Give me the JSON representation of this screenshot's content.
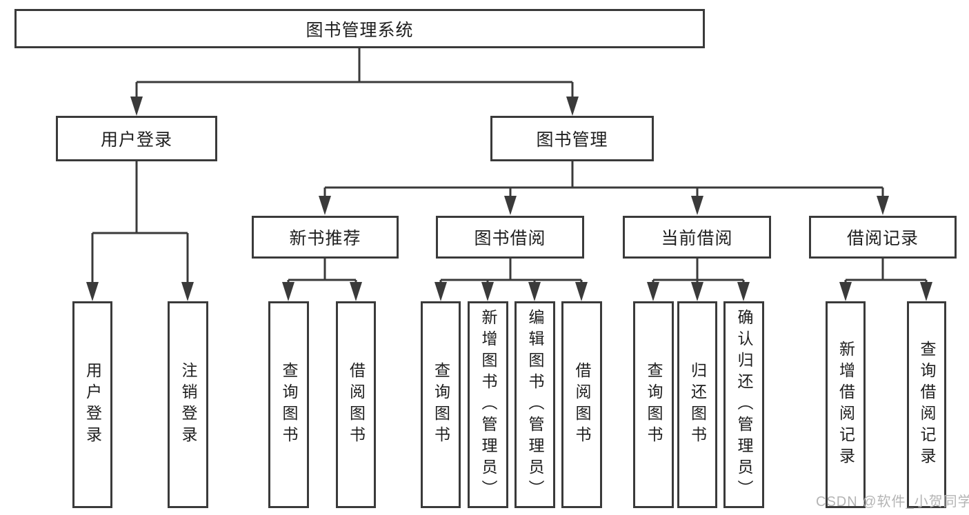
{
  "diagram": {
    "root": "图书管理系统",
    "level2": {
      "user_login": "用户登录",
      "book_mgmt": "图书管理"
    },
    "level3": {
      "new_books": "新书推荐",
      "borrowing": "图书借阅",
      "current": "当前借阅",
      "records": "借阅记录"
    },
    "leaves": {
      "user_login": "用户登录",
      "logout": "注销登录",
      "nb_query": "查询图书",
      "nb_borrow": "借阅图书",
      "bw_query": "查询图书",
      "bw_add": "新增图书（管理员）",
      "bw_edit": "编辑图书（管理员）",
      "bw_borrow": "借阅图书",
      "cur_query": "查询图书",
      "cur_return": "归还图书",
      "cur_confirm": "确认归还（管理员）",
      "rec_add": "新增借阅记录",
      "rec_query": "查询借阅记录"
    }
  },
  "watermark": "CSDN @软件_小贺同学",
  "colors": {
    "line": "#3a3a3a",
    "text": "#1e1e1e",
    "watermark": "#b4b4b4",
    "background": "#ffffff"
  }
}
